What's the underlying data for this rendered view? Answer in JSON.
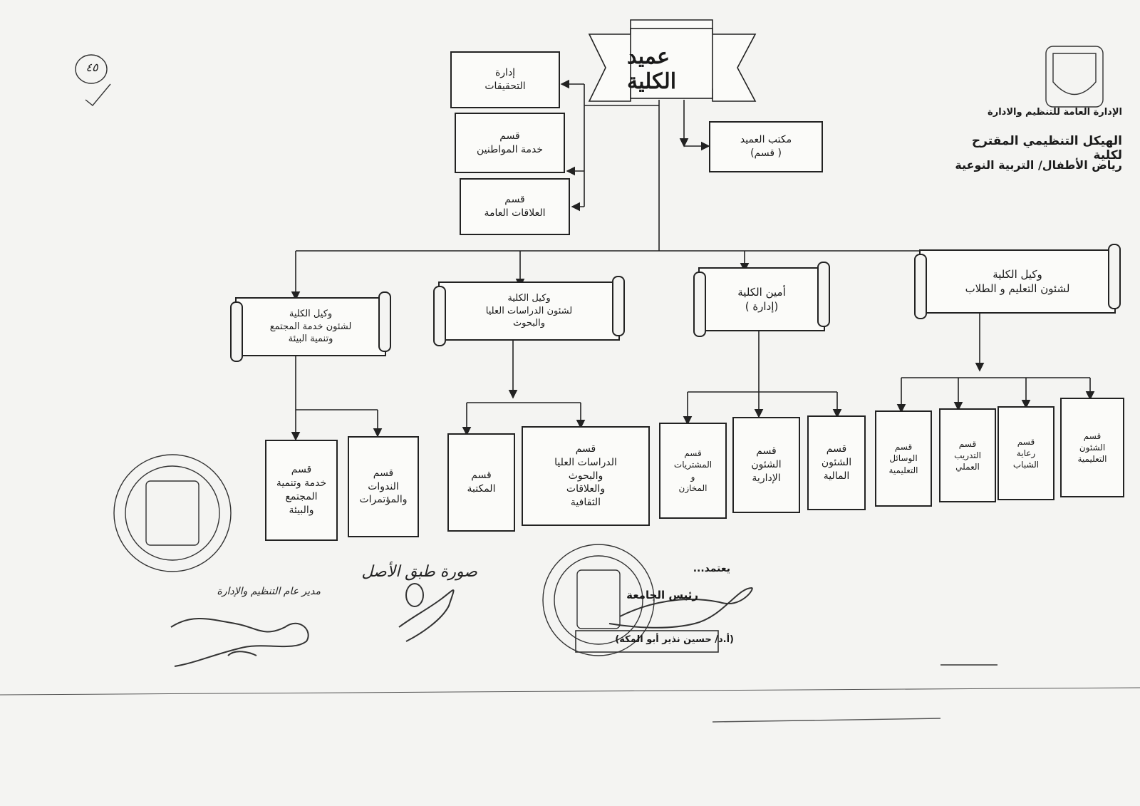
{
  "header": {
    "line1": "الإدارة العامة للتنظيم والادارة",
    "line2": "الهيكل التنظيمي المقترح لكلية",
    "line3": "رياض الأطفال/ التربية النوعية"
  },
  "page_number": "٤٥",
  "dean": "عميد الكلية",
  "dean_office": "مكتب العميد\n( قسم)",
  "left_units": [
    "إدارة\nالتحقيقات",
    "قسم\nخدمة المواطنين",
    "قسم\nالعلاقات العامة"
  ],
  "vice_deans": [
    {
      "title": "وكيل الكلية\nلشئون التعليم و الطلاب",
      "departments": [
        "قسم\nالشئون\nالتعليمية",
        "قسم\nرعاية\nالشباب",
        "قسم\nالتدريب\nالعملي",
        "قسم\nالوسائل\nالتعليمية"
      ]
    },
    {
      "title": "أمين الكلية\n(إدارة )",
      "departments": [
        "قسم\nالشئون\nالمالية",
        "قسم\nالشئون\nالإدارية",
        "قسم\nالمشتريات\nو\nالمخازن"
      ]
    },
    {
      "title": "وكيل الكلية\nلشئون الدراسات العليا\nوالبحوث",
      "departments": [
        "قسم\nالدراسات العليا\nوالبحوث\nوالعلاقات\nالثقافية",
        "قسم\nالمكتبة"
      ]
    },
    {
      "title": "وكيل الكلية\nلشئون خدمة المجتمع\nوتنمية البيئة",
      "departments": [
        "قسم\nالندوات\nوالمؤتمرات",
        "قسم\nخدمة وتنمية\nالمجتمع\nوالبيئة"
      ]
    }
  ],
  "approval": {
    "label": "يعتمد...",
    "role": "رئيس الجامعة",
    "name": "(أ.د/ حسين نذير أبو المكة)"
  },
  "handwritten": {
    "note": "صورة طبق الأصل",
    "sign_label": "مدير عام التنظيم والإدارة"
  },
  "colors": {
    "ink": "#222222",
    "paper": "#f4f4f2",
    "box_fill": "#fbfbf9"
  }
}
